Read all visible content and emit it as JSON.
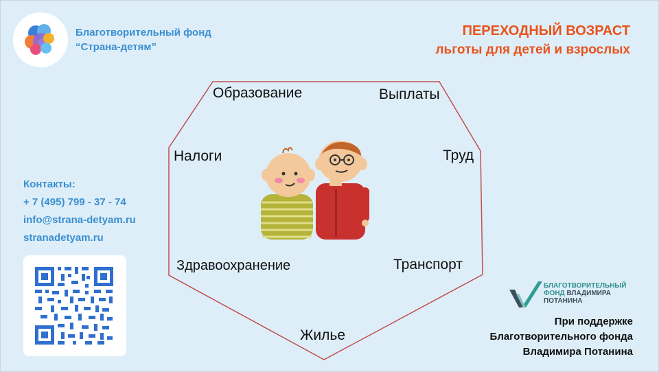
{
  "foundation": {
    "name_line1": "Благотворительный фонд",
    "name_line2": "“Страна-детям”"
  },
  "title": {
    "line1": "ПЕРЕХОДНЫЙ ВОЗРАСТ",
    "line2": "льготы для детей и взрослых"
  },
  "contacts": {
    "heading": "Контакты:",
    "phone": "+ 7 (495)  799 - 37 - 74",
    "email": "info@strana-detyam.ru",
    "site": "stranadetyam.ru"
  },
  "benefits": {
    "education": "Образование",
    "payments": "Выплаты",
    "taxes": "Налоги",
    "labor": "Труд",
    "healthcare": "Здравоохранение",
    "transport": "Транспорт",
    "housing": "Жилье"
  },
  "partner": {
    "logo_line1": "БЛАГОТВОРИТЕЛЬНЫЙ",
    "logo_line2a": "ФОНД",
    "logo_line2b": "ВЛАДИМИРА",
    "logo_line3": "ПОТАНИНА",
    "support_line1": "При поддержке",
    "support_line2": "Благотворительного фонда",
    "support_line3": "Владимира Потанина"
  },
  "colors": {
    "background": "#deeef9",
    "accent_orange": "#e8531c",
    "accent_blue": "#3a8fd0",
    "hexagon_stroke": "#c0504d"
  },
  "icons": [
    "foundation-logo-icon",
    "qr-code-icon",
    "children-illustration",
    "potanin-logo-icon"
  ]
}
